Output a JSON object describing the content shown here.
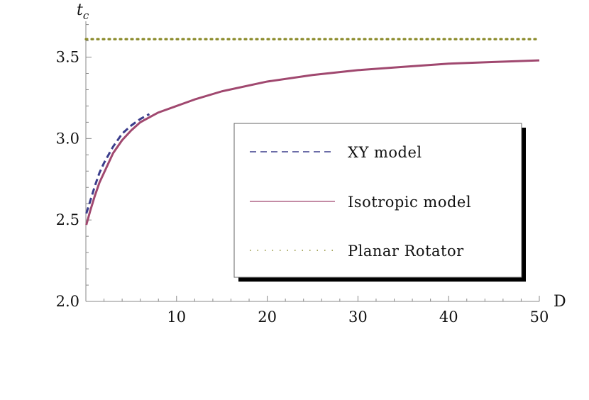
{
  "chart_data": {
    "type": "line",
    "xlabel": "D",
    "ylabel": "t",
    "ylabel_sub": "c",
    "xlim": [
      0,
      50
    ],
    "ylim": [
      2.0,
      3.72
    ],
    "x_ticks": [
      10,
      20,
      30,
      40,
      50
    ],
    "y_ticks": [
      2.0,
      2.5,
      3.0,
      3.5
    ],
    "x_tick_labels": [
      "10",
      "20",
      "30",
      "40",
      "50"
    ],
    "y_tick_labels": [
      "2.0",
      "2.5",
      "3.0",
      "3.5"
    ],
    "grid": false,
    "legend_position": "center-right",
    "series": [
      {
        "name": "XY model",
        "style": "dashed",
        "color": "#3b3d8c",
        "x": [
          0.05,
          0.5,
          1,
          1.5,
          2,
          3,
          4,
          5,
          6,
          7
        ],
        "y": [
          2.54,
          2.62,
          2.71,
          2.79,
          2.85,
          2.95,
          3.03,
          3.08,
          3.12,
          3.15
        ]
      },
      {
        "name": "Isotropic model",
        "style": "solid",
        "color": "#a0486f",
        "x": [
          0.05,
          0.5,
          1,
          1.5,
          2,
          3,
          4,
          5,
          6,
          7,
          8,
          10,
          12,
          15,
          20,
          25,
          30,
          35,
          40,
          45,
          50
        ],
        "y": [
          2.47,
          2.56,
          2.65,
          2.73,
          2.79,
          2.91,
          2.99,
          3.05,
          3.1,
          3.13,
          3.16,
          3.2,
          3.24,
          3.29,
          3.35,
          3.39,
          3.42,
          3.44,
          3.46,
          3.47,
          3.48
        ]
      },
      {
        "name": "Planar Rotator",
        "style": "dotted",
        "color": "#8a8a2a",
        "x": [
          0,
          50
        ],
        "y": [
          3.61,
          3.61
        ]
      }
    ]
  }
}
